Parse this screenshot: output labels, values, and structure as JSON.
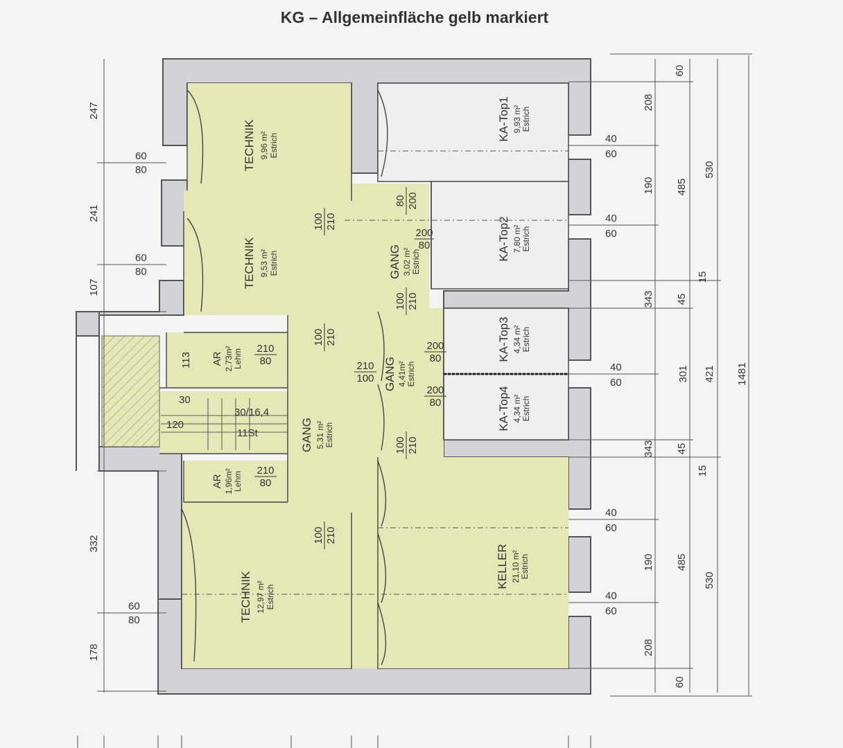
{
  "title": "KG – Allgemeinfläche gelb markiert",
  "rooms": {
    "technik1": {
      "name": "TECHNIK",
      "area": "9,96 m²",
      "floor": "Estrich"
    },
    "technik2": {
      "name": "TECHNIK",
      "area": "9,53 m²",
      "floor": "Estrich"
    },
    "technik3": {
      "name": "TECHNIK",
      "area": "12,97 m²",
      "floor": "Estrich"
    },
    "ar1": {
      "name": "AR",
      "area": "2,73m²",
      "floor": "Lehm"
    },
    "ar2": {
      "name": "AR",
      "area": "1,96m²",
      "floor": "Lehm"
    },
    "gang1": {
      "name": "GANG",
      "area": "5,31 m²",
      "floor": "Estrich"
    },
    "gang2": {
      "name": "GANG",
      "area": "3,02 m²",
      "floor": "Estrich"
    },
    "gang3": {
      "name": "GANG",
      "area": "4,41m²",
      "floor": "Estrich"
    },
    "top1": {
      "name": "KA-Top1",
      "area": "9,93 m²",
      "floor": "Estrich"
    },
    "top2": {
      "name": "KA-Top2",
      "area": "7,80 m²",
      "floor": "Estrich"
    },
    "top3": {
      "name": "KA-Top3",
      "area": "4,34 m²",
      "floor": "Estrich"
    },
    "top4": {
      "name": "KA-Top4",
      "area": "4,34 m²",
      "floor": "Estrich"
    },
    "keller": {
      "name": "KELLER",
      "area": "21,10 m²",
      "floor": "Estrich"
    }
  },
  "doors": {
    "d100": "100",
    "d210": "210",
    "d80": "80",
    "d200": "200",
    "d113": "113"
  },
  "stair": {
    "steps": "30/16,4",
    "count": "11St",
    "w120": "120",
    "w30": "30"
  },
  "dims_left": [
    "247",
    "241",
    "107",
    "332",
    "178"
  ],
  "dims_left_small": {
    "a": "60",
    "b": "80"
  },
  "dims_right": {
    "d60": "60",
    "d208": "208",
    "d190": "190",
    "d485": "485",
    "d530": "530",
    "d343": "343",
    "d45": "45",
    "d15": "15",
    "d301": "301",
    "d421": "421",
    "d1481": "1481",
    "d40": "40"
  }
}
